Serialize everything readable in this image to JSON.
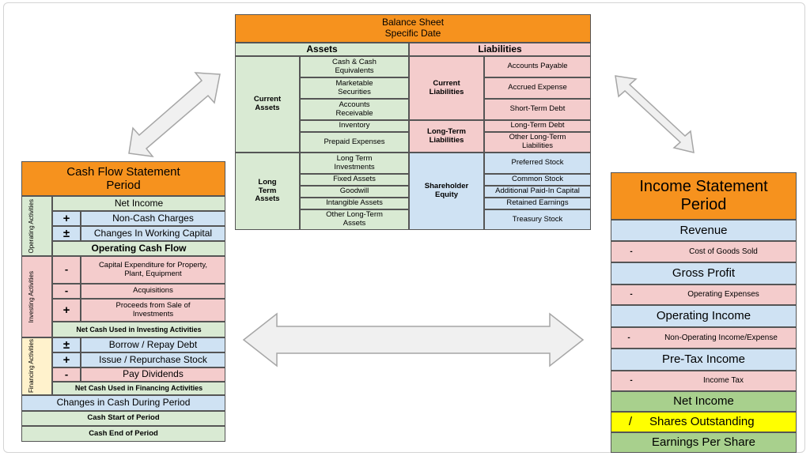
{
  "balance_sheet": {
    "title_line1": "Balance Sheet",
    "title_line2": "Specific Date",
    "assets_header": "Assets",
    "liabilities_header": "Liabilities",
    "current_assets": {
      "label": "Current Assets",
      "items": [
        "Cash & Cash Equivalents",
        "Marketable Securities",
        "Accounts Receivable",
        "Inventory",
        "Prepaid Expenses"
      ]
    },
    "long_term_assets": {
      "label": "Long Term Assets",
      "items": [
        "Long Term Investments",
        "Fixed Assets",
        "Goodwill",
        "Intangible Assets",
        "Other Long-Term Assets"
      ]
    },
    "current_liabilities": {
      "label": "Current Liabilities",
      "items": [
        "Accounts Payable",
        "Accrued Expense",
        "Short-Term Debt"
      ]
    },
    "long_term_liabilities": {
      "label": "Long-Term Liabilities",
      "items": [
        "Long-Term Debt",
        "Other Long-Term Liabilities"
      ]
    },
    "shareholder_equity": {
      "label": "Shareholder Equity",
      "items": [
        "Preferred Stock",
        "Common Stock",
        "Additional Paid-In Capital",
        "Retained Earnings",
        "Treasury Stock"
      ]
    }
  },
  "cash_flow": {
    "title_line1": "Cash Flow Statement",
    "title_line2": "Period",
    "operating_label": "Operating Activities",
    "investing_label": "Investing Activities",
    "financing_label": "Financing Activities",
    "net_income": "Net Income",
    "non_cash_sign": "+",
    "non_cash": "Non-Cash Charges",
    "working_capital_sign": "±",
    "working_capital": "Changes In Working Capital",
    "operating_cash_flow": "Operating Cash Flow",
    "capex_sign": "-",
    "capex": "Capital Expenditure for Property, Plant, Equipment",
    "acquisitions_sign": "-",
    "acquisitions": "Acquisitions",
    "proceeds_sign": "+",
    "proceeds": "Proceeds from Sale of Investments",
    "net_investing": "Net Cash Used in Investing Activities",
    "borrow_sign": "±",
    "borrow": "Borrow / Repay Debt",
    "issue_sign": "+",
    "issue": "Issue / Repurchase Stock",
    "dividends_sign": "-",
    "dividends": "Pay Dividends",
    "net_financing": "Net Cash Used in Financing Activities",
    "changes_in_cash": "Changes in Cash During Period",
    "cash_start": "Cash Start of Period",
    "cash_end": "Cash End of Period"
  },
  "income_statement": {
    "title_line1": "Income Statement",
    "title_line2": "Period",
    "revenue": "Revenue",
    "cogs_sign": "-",
    "cogs": "Cost of Goods Sold",
    "gross_profit": "Gross Profit",
    "opex_sign": "-",
    "opex": "Operating Expenses",
    "operating_income": "Operating Income",
    "nonop_sign": "-",
    "nonop": "Non-Operating Income/Expense",
    "pretax_income": "Pre-Tax Income",
    "tax_sign": "-",
    "tax": "Income Tax",
    "net_income": "Net Income",
    "shares_sign": "/",
    "shares": "Shares Outstanding",
    "eps": "Earnings Per Share"
  },
  "colors": {
    "orange": "#f6921e",
    "green": "#d9ead3",
    "pink": "#f4cccc",
    "blue": "#cfe2f3",
    "net_income_green": "#a8d08d",
    "yellow": "#ffff00",
    "arrow_fill": "#f0f0f0",
    "arrow_stroke": "#a6a6a6"
  }
}
